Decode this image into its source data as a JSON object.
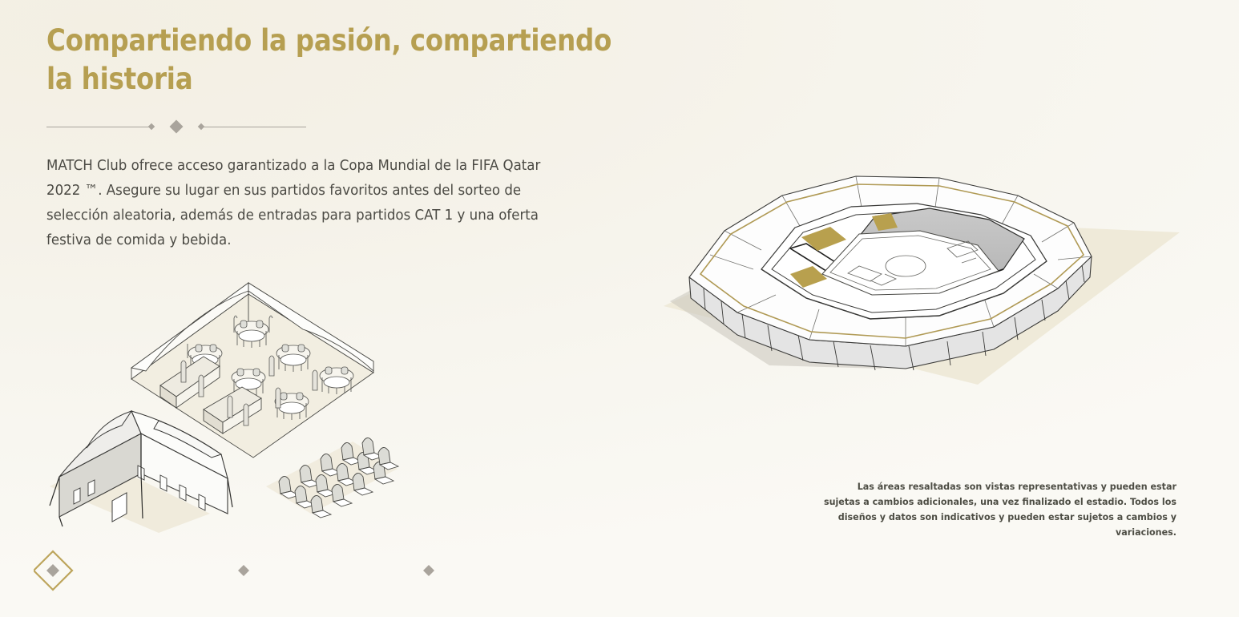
{
  "page": {
    "background_top": "#f3efe3",
    "background_bottom": "#faf9f4",
    "accent_gold": "#b69f51",
    "rule_gray": "#a9a49c",
    "text_dark": "#4b4a44"
  },
  "header": {
    "title": "Compartiendo la pasión, compartiendo la historia"
  },
  "body": {
    "paragraph": "MATCH Club ofrece acceso garantizado a la Copa Mundial de la FIFA Qatar 2022 ™. Asegure su lugar en sus partidos favoritos antes del sorteo de selección aleatoria, además de entradas para partidos CAT 1 y una oferta festiva de comida y bebida."
  },
  "disclaimer": {
    "text": "Las áreas resaltadas son vistas representativas y pueden estar sujetas a cambios adicionales, una vez finalizado el estadio. Todos los diseños y datos son indicativos y pueden estar sujetos a cambios y variaciones."
  },
  "pagination": {
    "active_index": 0,
    "dots": 3,
    "active_color": "#bda55c",
    "dot_color": "#a9a49c"
  },
  "illustrations": {
    "stadium": {
      "name": "stadium-isometric-view",
      "highlight_color": "#b8a04e",
      "outline_color": "#3a3a38",
      "trace_color": "#b09a55",
      "ground_color": "#eee9da"
    },
    "hospitality": {
      "name": "hospitality-tent-and-seats",
      "outline_color": "#3a3a38",
      "ground_color": "#f0ebdc"
    }
  }
}
